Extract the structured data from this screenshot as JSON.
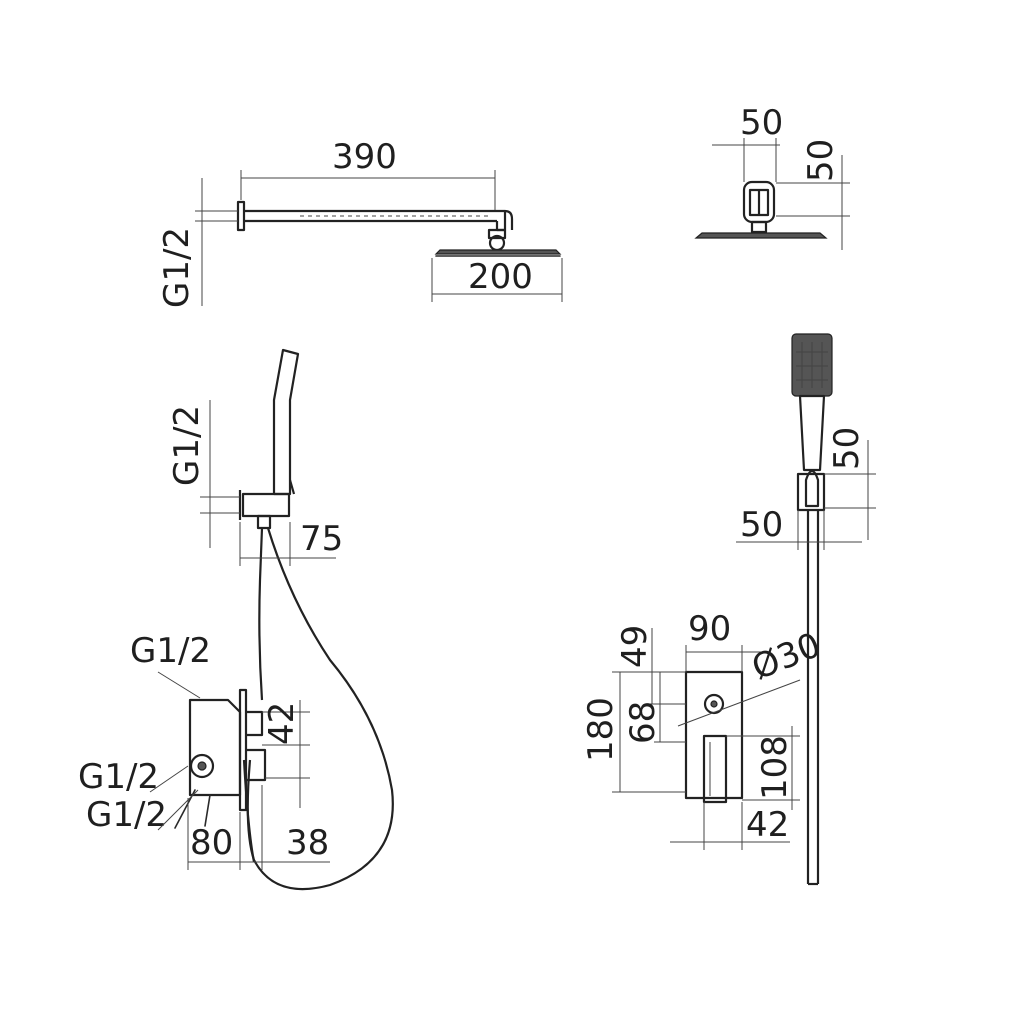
{
  "colors": {
    "line": "#2a2a2a",
    "text": "#1f1f1f",
    "background": "#ffffff"
  },
  "dimensions": {
    "arm_length": "390",
    "head_width": "200",
    "arm_connection": "G1/2",
    "side_flange": "50",
    "side_height": "50",
    "hand_connection": "G1/2",
    "hand_outlet_depth": "75",
    "holder_height": "50",
    "holder_width": "50",
    "valve_inlet": "G1/2",
    "valve_outlet_1": "G1/2",
    "valve_outlet_2": "G1/2",
    "valve_depth_42": "42",
    "valve_body_depth": "80",
    "valve_plate_depth": "38",
    "plate_height": "180",
    "plate_upper": "49",
    "plate_handle": "68",
    "plate_width": "90",
    "handle_diameter": "Ø30",
    "plate_lower": "108",
    "plate_lower_width": "42"
  }
}
